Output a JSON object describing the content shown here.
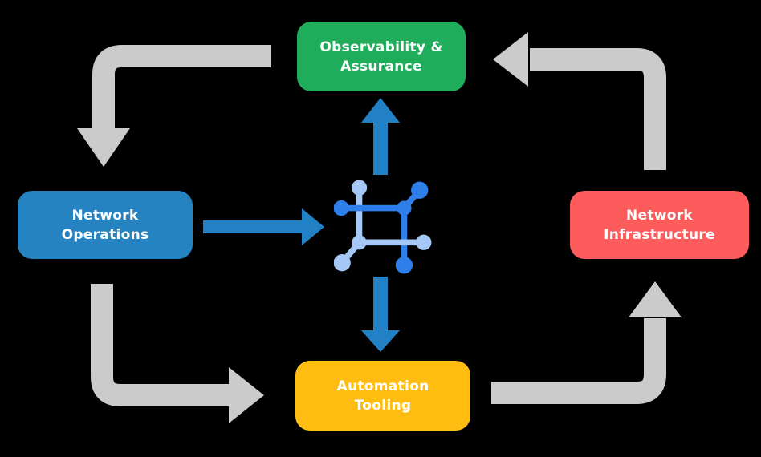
{
  "diagram": {
    "nodes": [
      {
        "id": "observability",
        "label": "Observability &\nAssurance",
        "color": "#1FAD5C"
      },
      {
        "id": "operations",
        "label": "Network\nOperations",
        "color": "#2583C1"
      },
      {
        "id": "infrastructure",
        "label": "Network\nInfrastructure",
        "color": "#FD5C5C"
      },
      {
        "id": "automation",
        "label": "Automation\nTooling",
        "color": "#FFBC11"
      }
    ],
    "flows": [
      {
        "from": "observability",
        "to": "operations",
        "style": "gray-elbow"
      },
      {
        "from": "operations",
        "to": "automation",
        "style": "gray-elbow"
      },
      {
        "from": "automation",
        "to": "infrastructure",
        "style": "gray-elbow"
      },
      {
        "from": "infrastructure",
        "to": "observability",
        "style": "gray-elbow"
      },
      {
        "from": "operations",
        "to": "center-icon",
        "style": "blue-straight"
      },
      {
        "from": "center-icon",
        "to": "observability",
        "style": "blue-straight"
      },
      {
        "from": "center-icon",
        "to": "automation",
        "style": "blue-straight"
      }
    ],
    "center_icon": "network-mesh-icon"
  },
  "colors": {
    "background": "#000000",
    "green": "#1FAD5C",
    "blue": "#2583C1",
    "red": "#FD5C5C",
    "yellow": "#FFBC11",
    "gray": "#CBCBCB",
    "arrowBlue": "#2281C5",
    "iconDark": "#2E7FE9",
    "iconLight": "#A6C8F7"
  }
}
